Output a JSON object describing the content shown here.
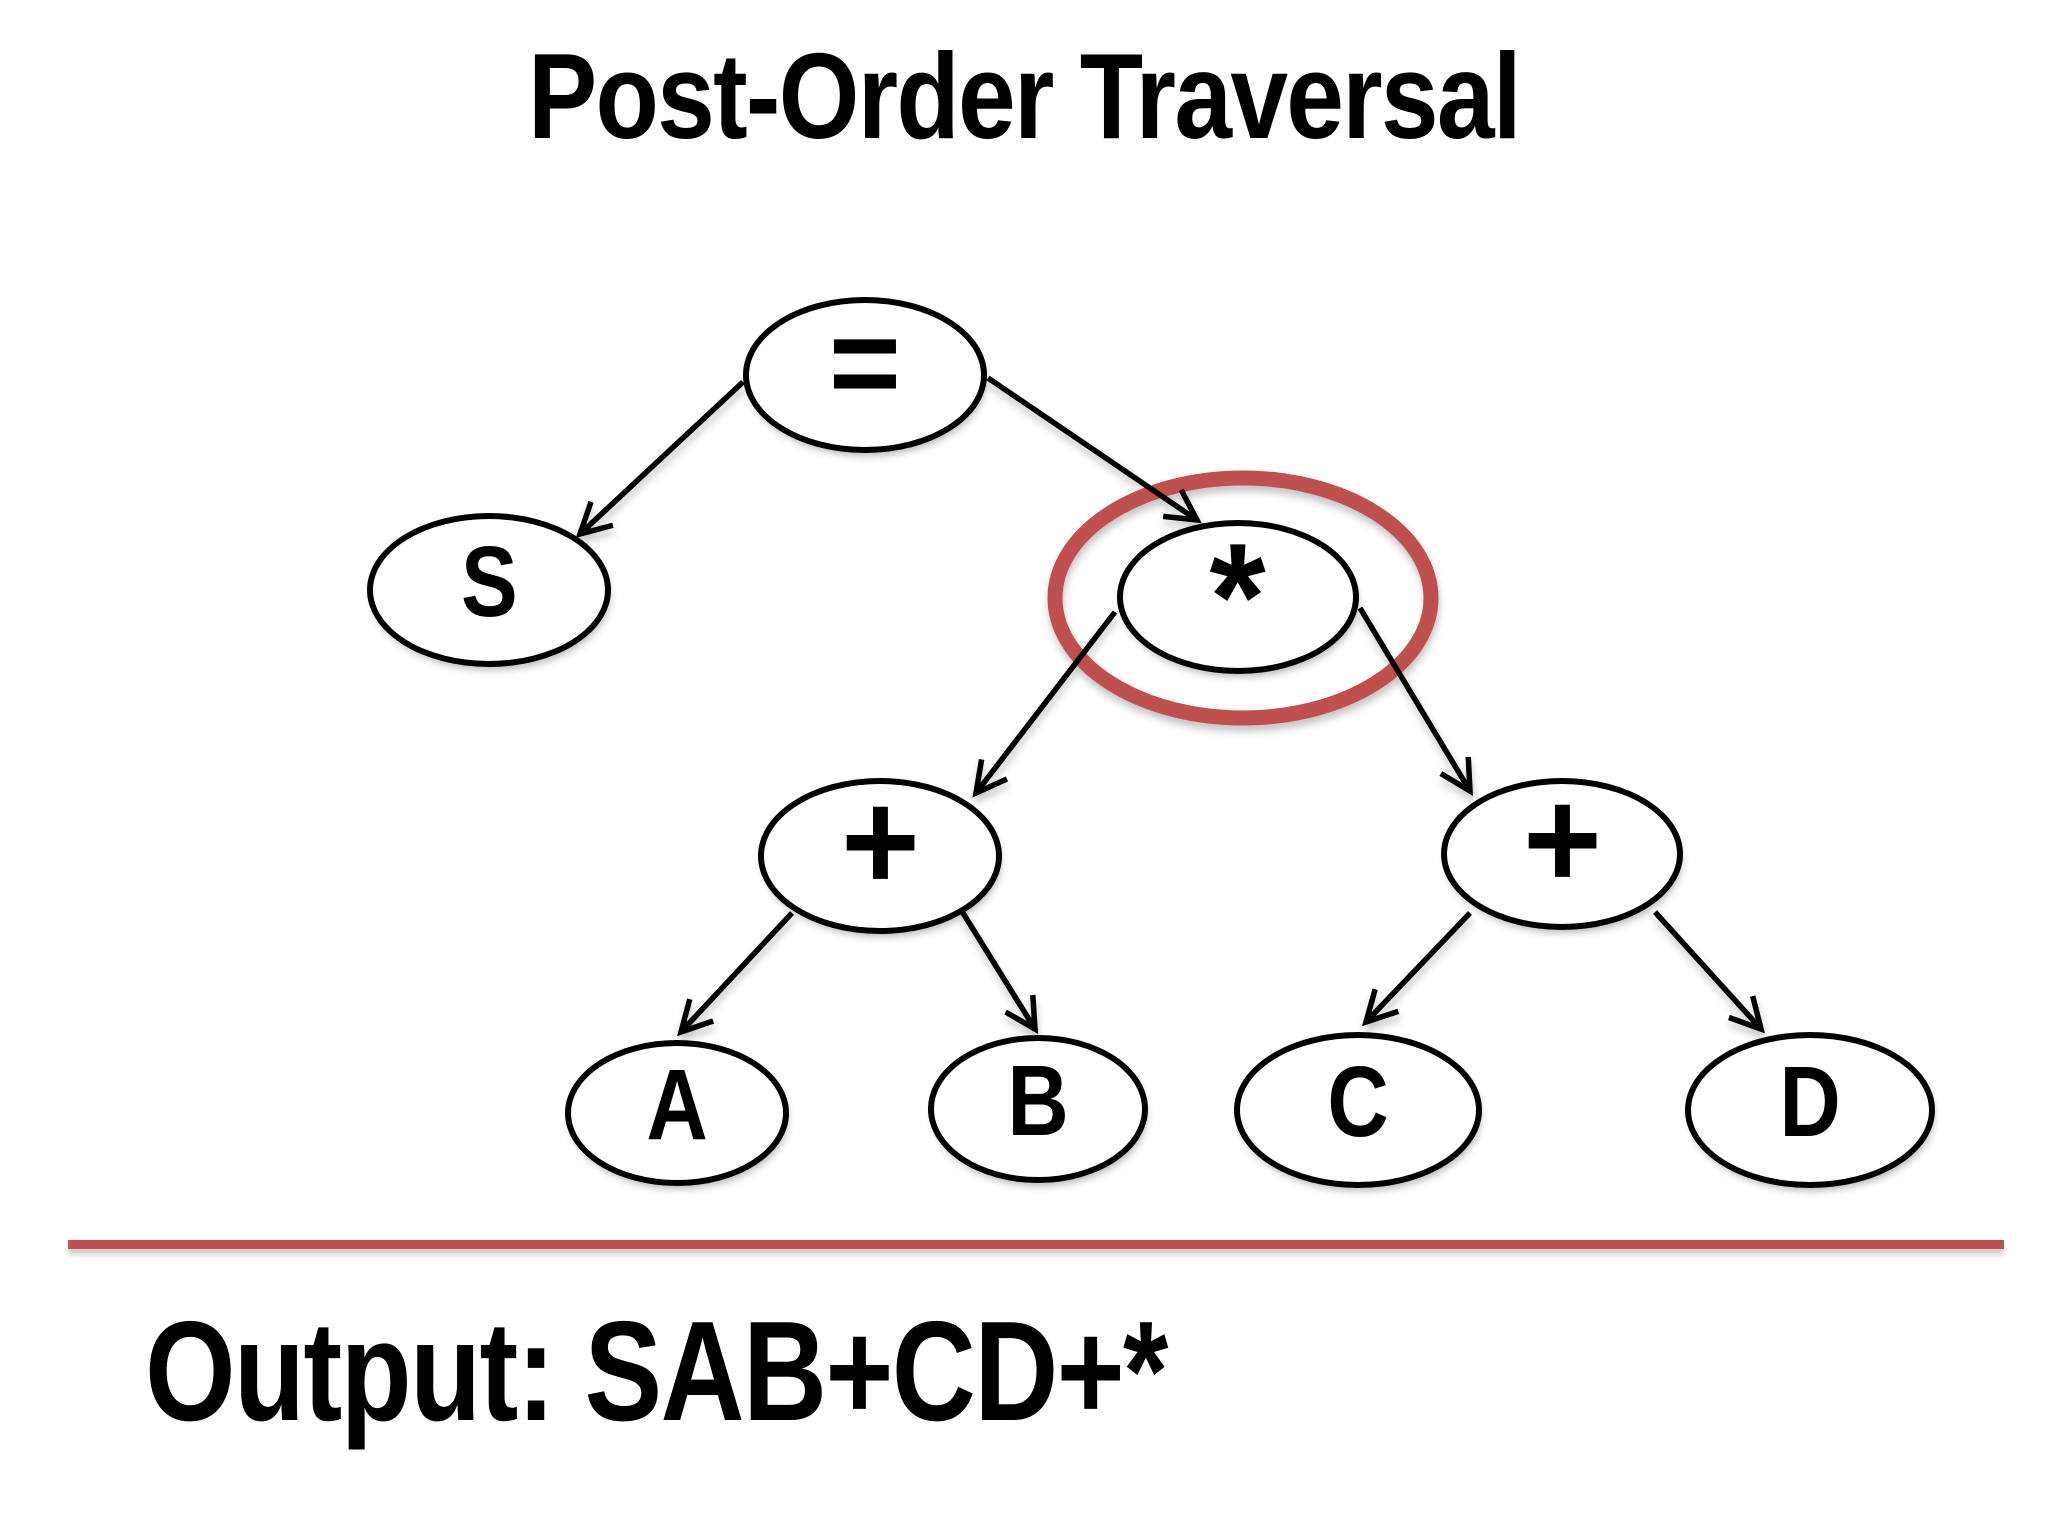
{
  "slide": {
    "title": "Post-Order Traversal",
    "output_label": "Output: SAB+CD+*"
  },
  "tree": {
    "nodes": {
      "eq": {
        "label": "=",
        "type": "operator",
        "highlighted": false
      },
      "s": {
        "label": "S",
        "type": "operand",
        "highlighted": false
      },
      "star": {
        "label": "*",
        "type": "operator",
        "highlighted": true
      },
      "plus_left": {
        "label": "+",
        "type": "operator",
        "highlighted": false
      },
      "plus_right": {
        "label": "+",
        "type": "operator",
        "highlighted": false
      },
      "a": {
        "label": "A",
        "type": "operand",
        "highlighted": false
      },
      "b": {
        "label": "B",
        "type": "operand",
        "highlighted": false
      },
      "c": {
        "label": "C",
        "type": "operand",
        "highlighted": false
      },
      "d": {
        "label": "D",
        "type": "operand",
        "highlighted": false
      }
    },
    "edges": [
      {
        "from": "eq",
        "to": "s"
      },
      {
        "from": "eq",
        "to": "star"
      },
      {
        "from": "star",
        "to": "plus_left"
      },
      {
        "from": "star",
        "to": "plus_right"
      },
      {
        "from": "plus_left",
        "to": "a"
      },
      {
        "from": "plus_left",
        "to": "b"
      },
      {
        "from": "plus_right",
        "to": "c"
      },
      {
        "from": "plus_right",
        "to": "d"
      }
    ]
  },
  "colors": {
    "highlight_red": "#c0504d",
    "ink": "#000000",
    "background": "#ffffff"
  }
}
